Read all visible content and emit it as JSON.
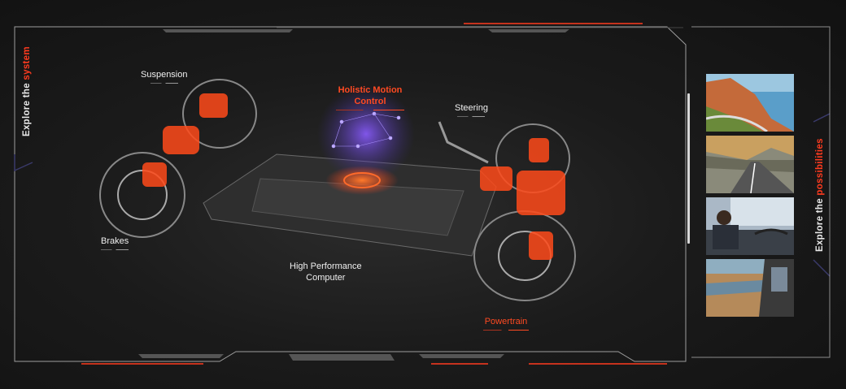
{
  "nav": {
    "left_prefix": "Explore the ",
    "left_accent": "system",
    "right_prefix": "Explore the ",
    "right_accent": "possibilities"
  },
  "callouts": {
    "suspension": "Suspension",
    "holistic_line1": "Holistic Motion",
    "holistic_line2": "Control",
    "steering": "Steering",
    "brakes": "Brakes",
    "hpc_line1": "High Performance",
    "hpc_line2": "Computer",
    "powertrain": "Powertrain"
  },
  "thumbnails": [
    {
      "icon": "coastal-road-image"
    },
    {
      "icon": "mountain-road-image"
    },
    {
      "icon": "driver-in-car-image"
    },
    {
      "icon": "beach-drive-image"
    }
  ],
  "colors": {
    "accent": "#ff3b1f",
    "glow": "#ff5a1a",
    "hpc_glow": "#7a55ff"
  }
}
